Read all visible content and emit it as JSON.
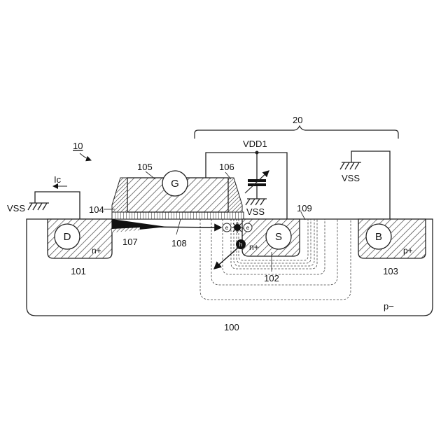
{
  "figure_ref": "10",
  "labels": {
    "group": "20",
    "vdd": "VDD1",
    "vss_left": "VSS",
    "vss_cap": "VSS",
    "vss_right": "VSS",
    "ic": "Ic",
    "substrate_type": "p−",
    "n_plus_d": "n+",
    "n_plus_s": "n+",
    "p_plus_b": "p+"
  },
  "terminals": {
    "drain": "D",
    "gate": "G",
    "source": "S",
    "body": "B"
  },
  "carriers": {
    "electron": "e",
    "hole": "h"
  },
  "refs": {
    "substrate": "100",
    "drain_region": "101",
    "source_region": "102",
    "body_region": "103",
    "spacer_left": "104",
    "gate_electrode": "105",
    "spacer_right": "106",
    "drift_region": "107",
    "gate_insulator": "108",
    "source_extension": "109"
  }
}
